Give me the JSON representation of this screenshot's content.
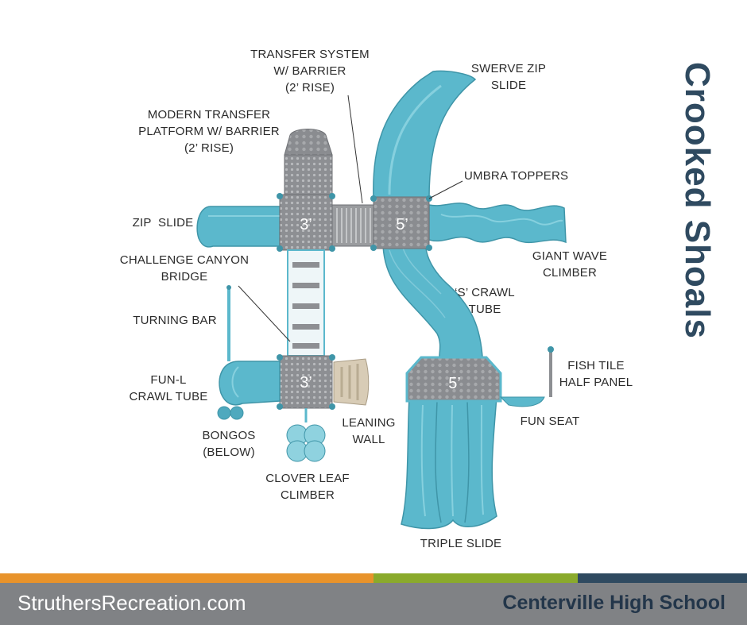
{
  "title": "Crooked Shoals",
  "deck_heights": {
    "left_upper": "3’",
    "right_upper": "5’",
    "left_lower": "3’",
    "right_lower": "5’"
  },
  "labels": {
    "transfer_system": "TRANSFER SYSTEM\nW/ BARRIER\n(2’ RISE)",
    "swerve_zip_slide": "SWERVE ZIP\nSLIDE",
    "modern_transfer": "MODERN TRANSFER\nPLATFORM W/ BARRIER\n(2’ RISE)",
    "umbra_toppers": "UMBRA TOPPERS",
    "zip_slide": "ZIP  SLIDE",
    "giant_wave_climber": "GIANT WAVE\nCLIMBER",
    "challenge_canyon_bridge": "CHALLENGE CANYON\nBRIDGE",
    "s_crawl_tube": "‘S’ CRAWL\nTUBE",
    "turning_bar": "TURNING BAR",
    "fun_l_crawl_tube": "FUN-L\nCRAWL TUBE",
    "fish_tile_half_panel": "FISH TILE\nHALF PANEL",
    "leaning_wall": "LEANING\nWALL",
    "fun_seat": "FUN SEAT",
    "bongos": "BONGOS\n(BELOW)",
    "clover_leaf_climber": "CLOVER LEAF\nCLIMBER",
    "triple_slide": "TRIPLE SLIDE"
  },
  "footer": {
    "website": "StruthersRecreation.com",
    "school": "Centerville High School"
  },
  "colors": {
    "slide_blue": "#5bb8cc",
    "deck_gray": "#8d8f93",
    "title_navy": "#2f4a60",
    "footer_gray": "#808285",
    "stripe_orange": "#e8932b",
    "stripe_green": "#8aaa2c",
    "stripe_navy": "#2f4a60"
  }
}
